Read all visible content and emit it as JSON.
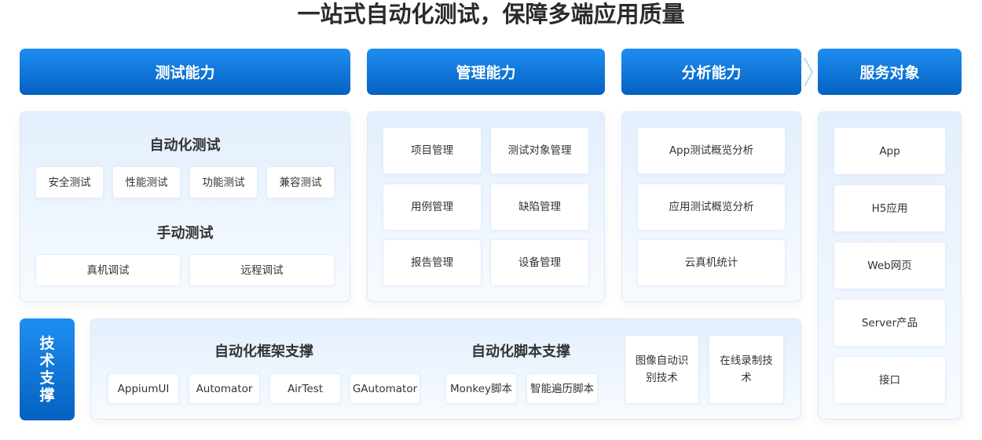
{
  "title": "一站式自动化测试，保障多端应用质量",
  "headers": [
    "测试能力",
    "管理能力",
    "分析能力",
    "服务对象"
  ],
  "testing": {
    "auto_title": "自动化测试",
    "auto_items": [
      "安全测试",
      "性能测试",
      "功能测试",
      "兼容测试"
    ],
    "manual_title": "手动测试",
    "manual_items": [
      "真机调试",
      "远程调试"
    ]
  },
  "management": [
    "项目管理",
    "测试对象管理",
    "用例管理",
    "缺陷管理",
    "报告管理",
    "设备管理"
  ],
  "analysis": [
    "App测试概览分析",
    "应用测试概览分析",
    "云真机统计"
  ],
  "service": [
    "App",
    "H5应用",
    "Web网页",
    "Server产品",
    "接口"
  ],
  "tech": {
    "label": "技术支撑",
    "framework_title": "自动化框架支撑",
    "frameworks": [
      "AppiumUI",
      "Automator",
      "AirTest",
      "GAutomator"
    ],
    "script_title": "自动化脚本支撑",
    "scripts": [
      "Monkey脚本",
      "智能遍历脚本"
    ],
    "others": [
      "图像自动识别技术",
      "在线录制技术"
    ]
  }
}
